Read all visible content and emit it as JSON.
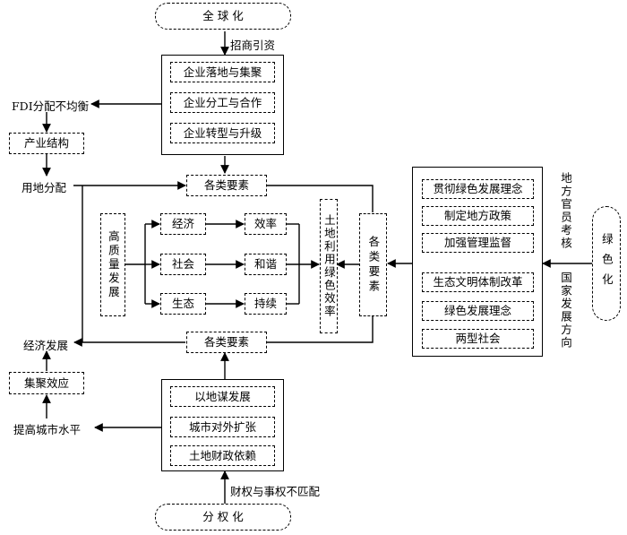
{
  "globalization": "全 球 化",
  "investment_label": "招商引资",
  "top_group": [
    "企业落地与集聚",
    "企业分工与合作",
    "企业转型与升级"
  ],
  "fdi_imbalance": "FDI分配不均衡",
  "industrial_structure": "产业结构",
  "land_allocation": "用地分配",
  "factors_top": "各类要素",
  "factors_bottom": "各类要素",
  "high_quality": "高质量发展",
  "inner_left": [
    "经济",
    "社会",
    "生态"
  ],
  "inner_right": [
    "效率",
    "和谐",
    "持续"
  ],
  "land_green_efficiency": "土地利用绿色效率",
  "factors_right": "各类要素",
  "right_group_top": [
    "贯彻绿色发展理念",
    "制定地方政策",
    "加强管理监督"
  ],
  "right_group_bottom": [
    "生态文明体制改革",
    "绿色发展理念",
    "两型社会"
  ],
  "official_assessment": "地方官员考核",
  "national_direction": "国家发展方向",
  "greening": "绿色化",
  "economic_development": "经济发展",
  "agglomeration_effect": "集聚效应",
  "urban_level": "提高城市水平",
  "bottom_group": [
    "以地谋发展",
    "城市对外扩张",
    "土地财政依赖"
  ],
  "fiscal_mismatch": "财权与事权不匹配",
  "decentralization": "分 权 化"
}
